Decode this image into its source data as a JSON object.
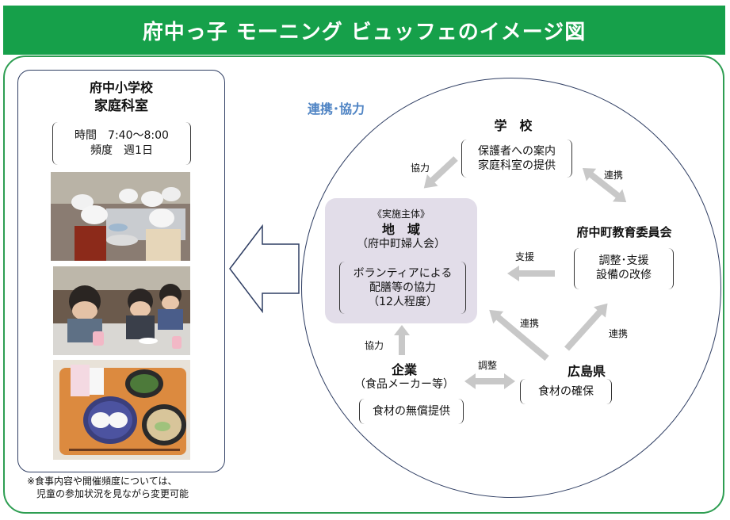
{
  "title": "府中っ子 モーニング ビュッフェのイメージ図",
  "left_panel": {
    "venue_line1": "府中小学校",
    "venue_line2": "家庭科室",
    "time_line": "時間　7:40〜8:00",
    "freq_line": "頻度　週1日",
    "note_line1": "※食事内容や開催頻度については、",
    "note_line2": "児童の参加状況を見ながら変更可能"
  },
  "diagram": {
    "cooperation_label": "連携･協力",
    "center": {
      "tag": "《実施主体》",
      "name": "地　域",
      "sub": "（府中町婦人会）",
      "desc_line1": "ボランティアによる",
      "desc_line2": "配膳等の協力",
      "desc_line3": "（12人程度）"
    },
    "school": {
      "name": "学　校",
      "line1": "保護者への案内",
      "line2": "家庭科室の提供"
    },
    "board": {
      "name": "府中町教育委員会",
      "line1": "調整･支援",
      "line2": "設備の改修"
    },
    "company": {
      "name": "企業",
      "sub": "（食品メーカー等）",
      "line1": "食材の無償提供"
    },
    "prefecture": {
      "name": "広島県",
      "line1": "食材の確保"
    },
    "arrow_labels": {
      "school_to_center": "協力",
      "school_board": "連携",
      "board_to_center": "支援",
      "pref_to_center": "連携",
      "pref_to_board": "連携",
      "company_to_center": "協力",
      "company_pref": "調整"
    }
  },
  "colors": {
    "title_bg": "#16a04a",
    "frame": "#2e9e52",
    "accent_text": "#4f84c4",
    "center_box": "#e2dde9",
    "arrow": "#c8c8c8"
  }
}
